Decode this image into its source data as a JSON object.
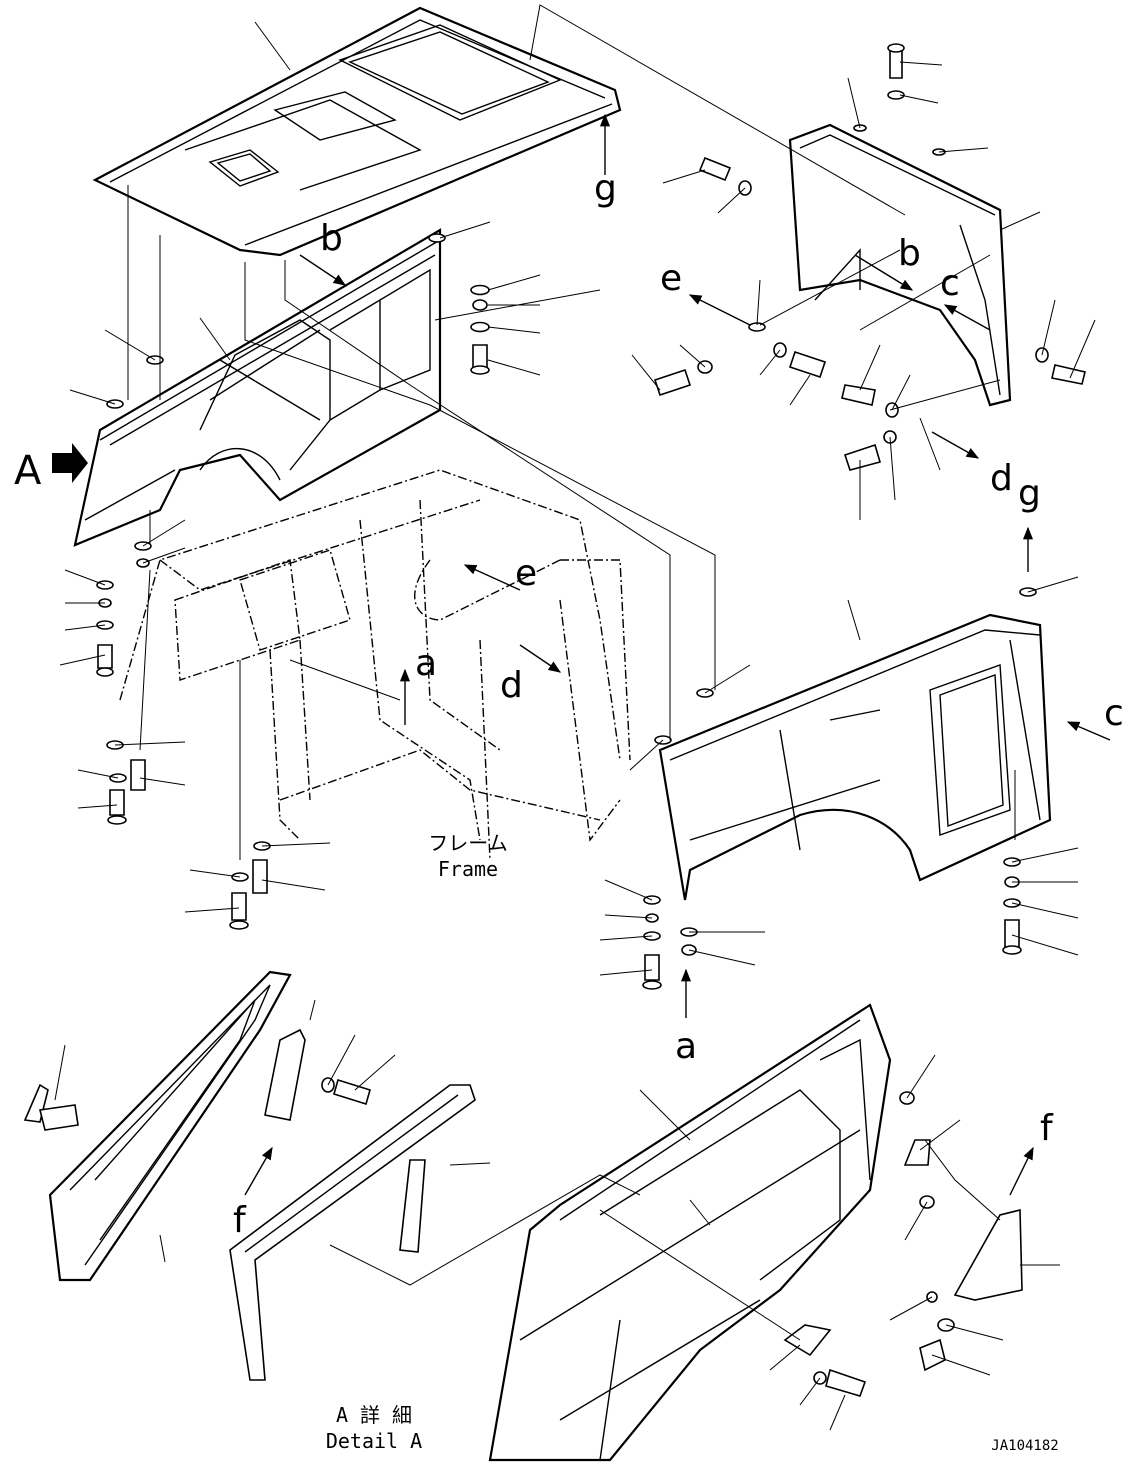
{
  "labels": {
    "A": "A",
    "a": "a",
    "b": "b",
    "c": "c",
    "d": "d",
    "e": "e",
    "f": "f",
    "g": "g"
  },
  "captions": {
    "frame_ja": "フレーム",
    "frame_en": "Frame",
    "detail_ja": "A 詳 細",
    "detail_en": "Detail A"
  },
  "drawing_number": "JA104182"
}
